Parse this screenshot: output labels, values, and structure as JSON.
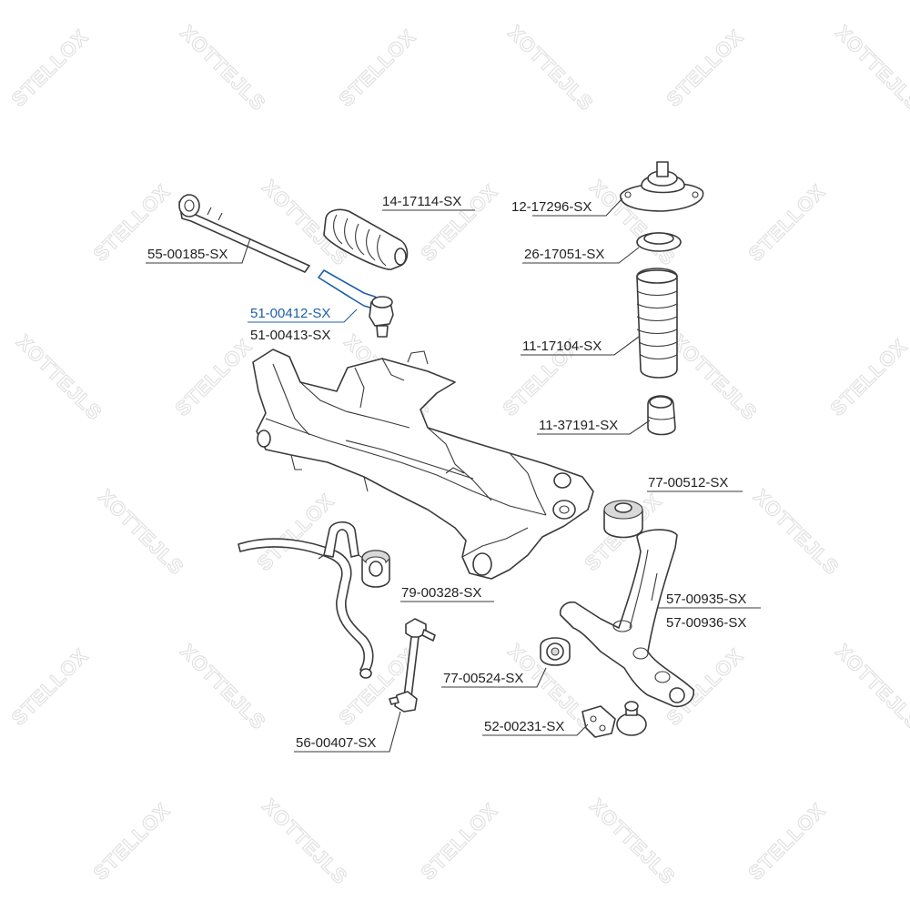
{
  "watermark": {
    "brand_a": "STELLOX",
    "brand_b": "XOTTEJLS"
  },
  "colors": {
    "selected": "#1f5fa8",
    "line": "#3a3a3a",
    "watermark": "#e0e0e0"
  },
  "parts": {
    "tie_rod_axial": "55-00185-SX",
    "steering_boot": "14-17114-SX",
    "tie_rod_end_left": "51-00412-SX",
    "tie_rod_end_right": "51-00413-SX",
    "strut_mount": "12-17296-SX",
    "strut_bearing": "26-17051-SX",
    "dust_cover": "11-17104-SX",
    "bump_stop": "11-37191-SX",
    "arm_bushing_rear": "77-00512-SX",
    "stabilizer_bushing": "79-00328-SX",
    "control_arm_left": "57-00935-SX",
    "control_arm_right": "57-00936-SX",
    "arm_bushing_front": "77-00524-SX",
    "ball_joint": "52-00231-SX",
    "stabilizer_link": "56-00407-SX"
  }
}
